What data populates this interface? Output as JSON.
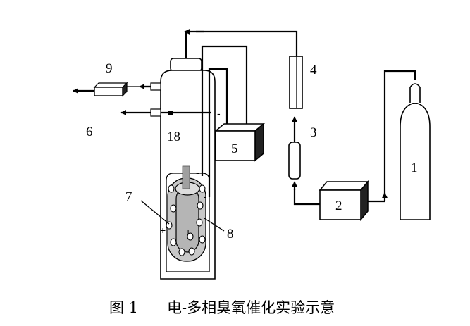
{
  "labels": {
    "n1": "1",
    "n2": "2",
    "n3": "3",
    "n4": "4",
    "n5": "5",
    "n6": "6",
    "n7": "7",
    "n8": "8",
    "n9": "9",
    "n18": "18"
  },
  "polarity": {
    "minus_a": "-",
    "minus_b": "-",
    "minus_c": "-",
    "plus_a": "+",
    "plus_b": "+"
  },
  "caption": {
    "figure": "图 1",
    "title": "电-多相臭氧催化实验示意"
  }
}
